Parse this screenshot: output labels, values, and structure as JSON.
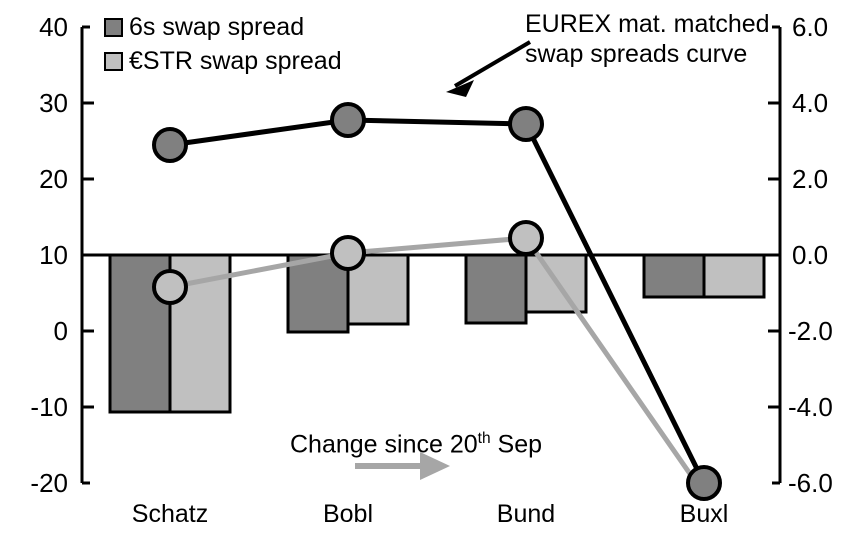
{
  "legend": {
    "items": [
      {
        "label": "6s swap spread",
        "color": "#808080",
        "key": "bar_6s"
      },
      {
        "label": "€STR swap spread",
        "color": "#c0c0c0",
        "key": "bar_estr"
      }
    ]
  },
  "annotations": {
    "curve_note_line1": "EUREX mat. matched",
    "curve_note_line2": "swap spreads curve",
    "change_note_prefix": "Change since 20",
    "change_note_sup": "th",
    "change_note_suffix": " Sep",
    "arrow_color": "#a6a6a6"
  },
  "colors": {
    "bar_6s": "#808080",
    "bar_estr": "#c0c0c0",
    "black_line": "#000000",
    "gray_line": "#a6a6a6",
    "marker_fill_black_series": "#808080",
    "marker_fill_gray_series": "#c0c0c0",
    "axis": "#000000"
  },
  "chart_data": {
    "type": "bar",
    "title": "",
    "xlabel": "",
    "categories": [
      "Schatz",
      "Bobl",
      "Bund",
      "Buxl"
    ],
    "left_axis": {
      "label": "",
      "ylim": [
        -20,
        40
      ],
      "ticks": [
        40,
        30,
        20,
        10,
        0,
        -10,
        -20
      ],
      "tick_labels": [
        "40",
        "30",
        "20",
        "10",
        "0",
        "-10",
        "-20"
      ],
      "zero_line_value": 10
    },
    "right_axis": {
      "label": "",
      "ylim": [
        -6.0,
        6.0
      ],
      "ticks": [
        6.0,
        4.0,
        2.0,
        0.0,
        -2.0,
        -4.0,
        -6.0
      ],
      "tick_labels": [
        "6.0",
        "4.0",
        "2.0",
        "0.0",
        "-2.0",
        "-4.0",
        "-6.0"
      ]
    },
    "grid": false,
    "legend_position": "top-left",
    "series": [
      {
        "name": "6s swap spread",
        "type": "bar",
        "axis": "right",
        "color": "#808080",
        "values": [
          -4.1,
          -1.95,
          -1.75,
          -1.05
        ]
      },
      {
        "name": "€STR swap spread",
        "type": "bar",
        "axis": "right",
        "color": "#c0c0c0",
        "values": [
          -4.1,
          -1.8,
          -1.45,
          -1.05
        ]
      },
      {
        "name": "EUREX mat. matched swap spreads curve",
        "type": "line",
        "axis": "left",
        "color": "#000000",
        "marker_color": "#808080",
        "values": [
          24.5,
          27.8,
          27.3,
          -18.2
        ]
      },
      {
        "name": "Change since 20th Sep",
        "type": "line",
        "axis": "right",
        "color": "#a6a6a6",
        "marker_color": "#c0c0c0",
        "values": [
          -0.85,
          0.05,
          0.45,
          -6.3
        ]
      }
    ]
  }
}
